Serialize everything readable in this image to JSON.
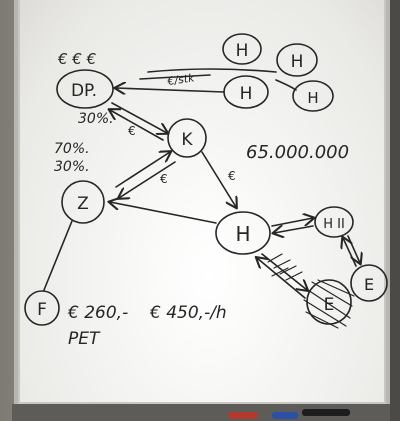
{
  "scene": {
    "colors": {
      "ink": "#262626",
      "board": "#f4f4f2",
      "frame": "#c9c7c2",
      "wall": "#9e9b94"
    },
    "objects": [
      "whiteboard",
      "marker-tray",
      "markers",
      "hand-drawn-diagram"
    ]
  },
  "whiteboard": {
    "node_labels": {
      "dp": "DP.",
      "k": "K",
      "z": "Z",
      "h_main": "H",
      "h2": "H II",
      "e_right": "E",
      "e_bottom": "E",
      "f": "F",
      "h_top1": "H",
      "h_top2": "H",
      "h_top3": "H",
      "h_top4": "H"
    },
    "notes": {
      "euros": "€ € €",
      "dp_pct": "30%.",
      "z_pct_70": "70%.",
      "z_pct_30": "30%.",
      "big_number": "65.000.000",
      "price_1": "€ 260,-",
      "price_2": "€ 450,-/h",
      "pet": "PET",
      "arrow_label": "€/stk",
      "edge_euro_1": "€",
      "edge_euro_2": "€",
      "edge_euro_3": "€"
    }
  }
}
